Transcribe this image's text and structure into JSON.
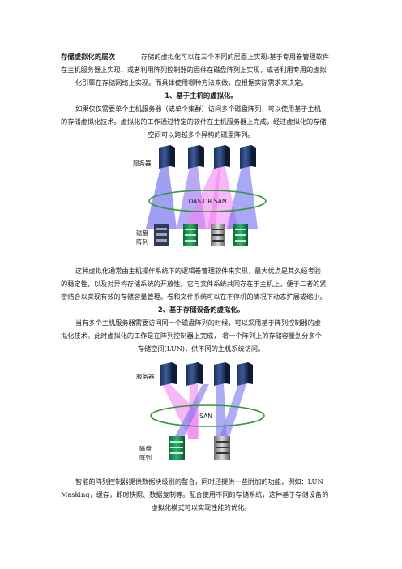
{
  "intro": {
    "lead": "存储虚拟化的层次",
    "line1": "存储的虚拟化可以在三个不同的层面上实现:基于专用卷管理软件",
    "line2": "在主机服务器上实现，或者利用阵列控制器的固件在磁盘阵列上实现，或者利用专用的虚拟",
    "line3": "化引擎在存储网络上实现。而具体使用哪种方法来做，应根据实际需求来决定。"
  },
  "section1": {
    "heading": "1、基于主机的虚拟化。",
    "p1": "如果仅仅需要单个主机服务器（或单个集群）访问多个磁盘阵列，可以使用基于主机",
    "p2": "的存储虚拟化技术。虚拟化的工作通过特定的软件在主机服务器上完成，经过虚拟化的存储",
    "p3": "空间可以跨越多个异构的磁盘阵列。",
    "diagram": {
      "server_label": "服务器",
      "network_label": "DAS OR SAN",
      "disk_label_1": "磁盘",
      "disk_label_2": "阵列"
    },
    "after1": "这种虚拟化通常由主机操作系统下的逻辑卷管理软件来实现，最大优点是其久经考验",
    "after2": "的稳定性，以及对异构存储系统的开放性。它与文件系统共同存在于主机上，便于二者的紧",
    "after3": "密结合以实现有效的存储容量管理。卷和文件系统可以在不停机的情况下动态扩展或缩小。"
  },
  "section2": {
    "heading": "2、基于存储设备的虚拟化。",
    "p1": "当有多个主机服务器需要访问同一个磁盘阵列的时候，可以采用基于阵列控制器的虚",
    "p2": "拟化技术。此时虚拟化的工作是在阵列控制器上完成，  将一个阵列上的存储容量划分多个",
    "p3": "存储空间(LUN)，供不同的主机系统访问。",
    "diagram": {
      "server_label": "服务器",
      "network_label": "SAN",
      "disk_label_1": "磁盘",
      "disk_label_2": "阵列"
    },
    "after1": "智能的阵列控制器提供数据块级别的整合，同时还提供一些附加的功能，例如：LUN",
    "after2": "Masking，缓存，即时快照、数据复制等。配合使用不同的存储系统，这种基于存储设备的",
    "after3": "虚拟化模式可以实现性能的优化。"
  }
}
